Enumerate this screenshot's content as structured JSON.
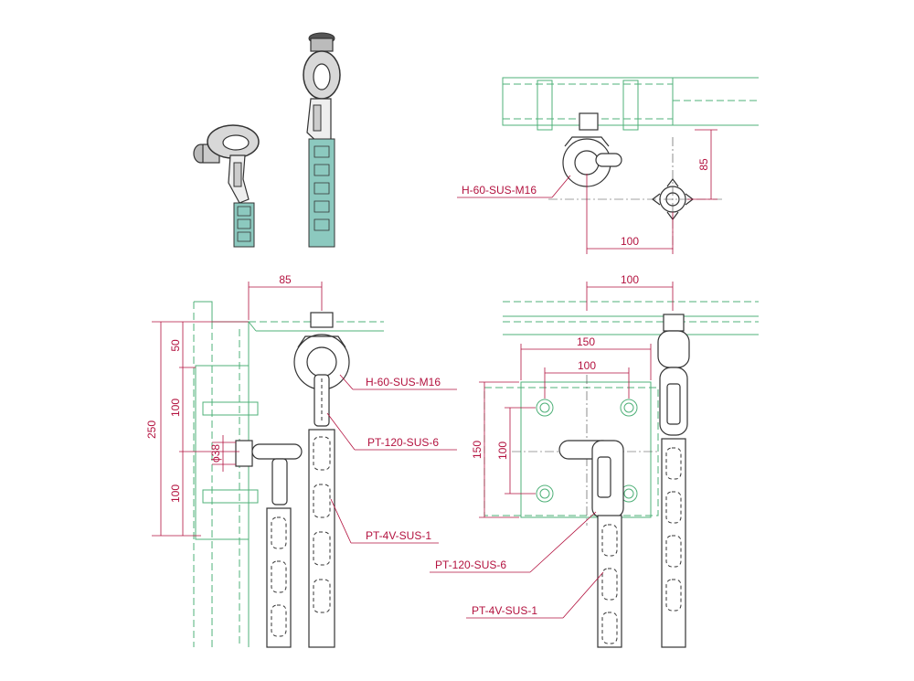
{
  "dimensions": {
    "top_right_horizontal": "100",
    "top_right_vertical": "85",
    "side_top": "85",
    "side_total": "250",
    "side_upper": "50",
    "side_middle": "100",
    "side_lower": "100",
    "side_diameter": "ϕ38",
    "front_top": "100",
    "front_plate_width": "150",
    "front_hole_spacing_h": "100",
    "front_plate_height": "150",
    "front_hole_spacing_v": "100"
  },
  "labels": {
    "top_right_fitting": "H-60-SUS-M16",
    "side_fitting": "H-60-SUS-M16",
    "side_turnbuckle": "PT-120-SUS-6",
    "side_chain": "PT-4V-SUS-1",
    "front_turnbuckle": "PT-120-SUS-6",
    "front_chain": "PT-4V-SUS-1"
  },
  "colors": {
    "dimension": "#b3123f",
    "structure": "#4fb078",
    "outline": "#333333",
    "chain_fill": "#8cc9bf"
  }
}
